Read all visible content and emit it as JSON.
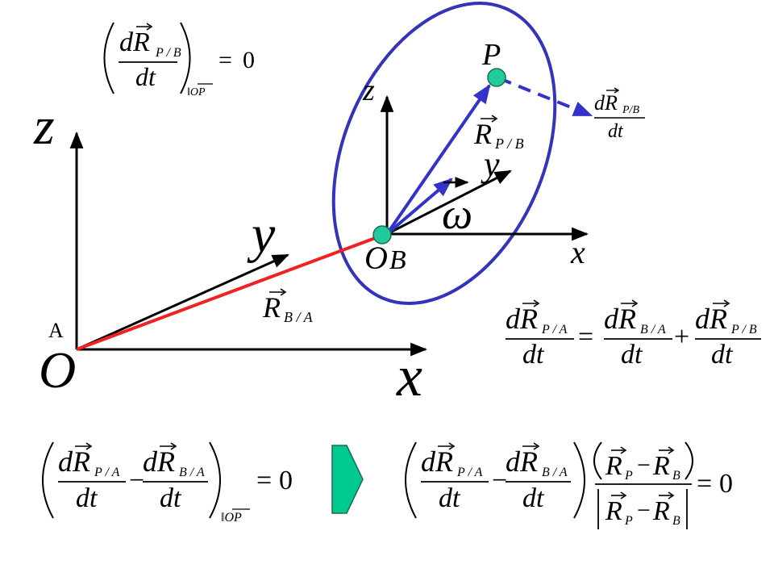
{
  "colors": {
    "axis": "#000000",
    "body_outline": "#3333bb",
    "vector_blue": "#3333cc",
    "vector_red": "#ee2222",
    "point_fill": "#22c99a",
    "point_stroke": "#1a6b55",
    "arrow_fill": "#00c98f"
  },
  "icons": {
    "implies": "arrow-right-icon"
  },
  "labels": {
    "origin_O": "O",
    "frame_A": "A",
    "A_x": "x",
    "A_y": "y",
    "A_z": "z",
    "B_x": "x",
    "B_y": "y",
    "B_z": "z",
    "point_P": "P",
    "origin_OB_main": "O",
    "origin_OB_sub": "B",
    "omega": "ω"
  },
  "math": {
    "d": "d",
    "dt": "dt",
    "R": "R",
    "sub_PB": "P / B",
    "sub_PB_tight": "P/B",
    "sub_BA": "B / A",
    "sub_PA": "P / A",
    "sub_P": "P",
    "sub_B": "B",
    "parallel_OP": "‖OP",
    "equals": "=",
    "zero": "0",
    "plus": "+",
    "minus": "−"
  }
}
